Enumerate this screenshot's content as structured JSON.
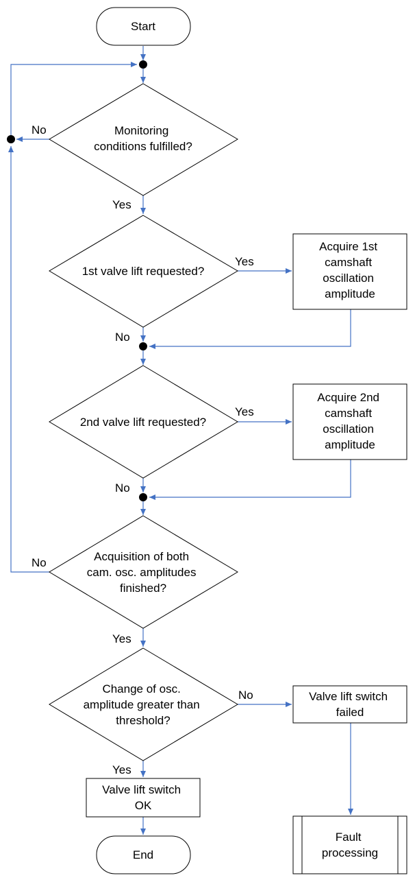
{
  "colors": {
    "connector": "#4472C4",
    "node_outline": "#000000",
    "junction": "#000000",
    "background": "#ffffff"
  },
  "nodes": {
    "start": "Start",
    "d_monitoring": [
      "Monitoring",
      "conditions fulfilled?"
    ],
    "d_first_lift": [
      "1st valve lift requested?"
    ],
    "p_acquire_first": [
      "Acquire 1st",
      "camshaft",
      "oscillation",
      "amplitude"
    ],
    "d_second_lift": [
      "2nd valve lift requested?"
    ],
    "p_acquire_second": [
      "Acquire 2nd",
      "camshaft",
      "oscillation",
      "amplitude"
    ],
    "d_acquisition": [
      "Acquisition of both",
      "cam. osc. amplitudes",
      "finished?"
    ],
    "d_change": [
      "Change of osc.",
      "amplitude greater than",
      "threshold?"
    ],
    "p_switch_failed": [
      "Valve lift switch",
      "failed"
    ],
    "p_switch_ok": [
      "Valve lift switch",
      "OK"
    ],
    "p_fault": [
      "Fault",
      "processing"
    ],
    "end": "End"
  },
  "edge_labels": {
    "monitoring_no": "No",
    "monitoring_yes": "Yes",
    "first_yes": "Yes",
    "first_no": "No",
    "second_yes": "Yes",
    "second_no": "No",
    "acquisition_no": "No",
    "acquisition_yes": "Yes",
    "change_no": "No",
    "change_yes": "Yes"
  }
}
